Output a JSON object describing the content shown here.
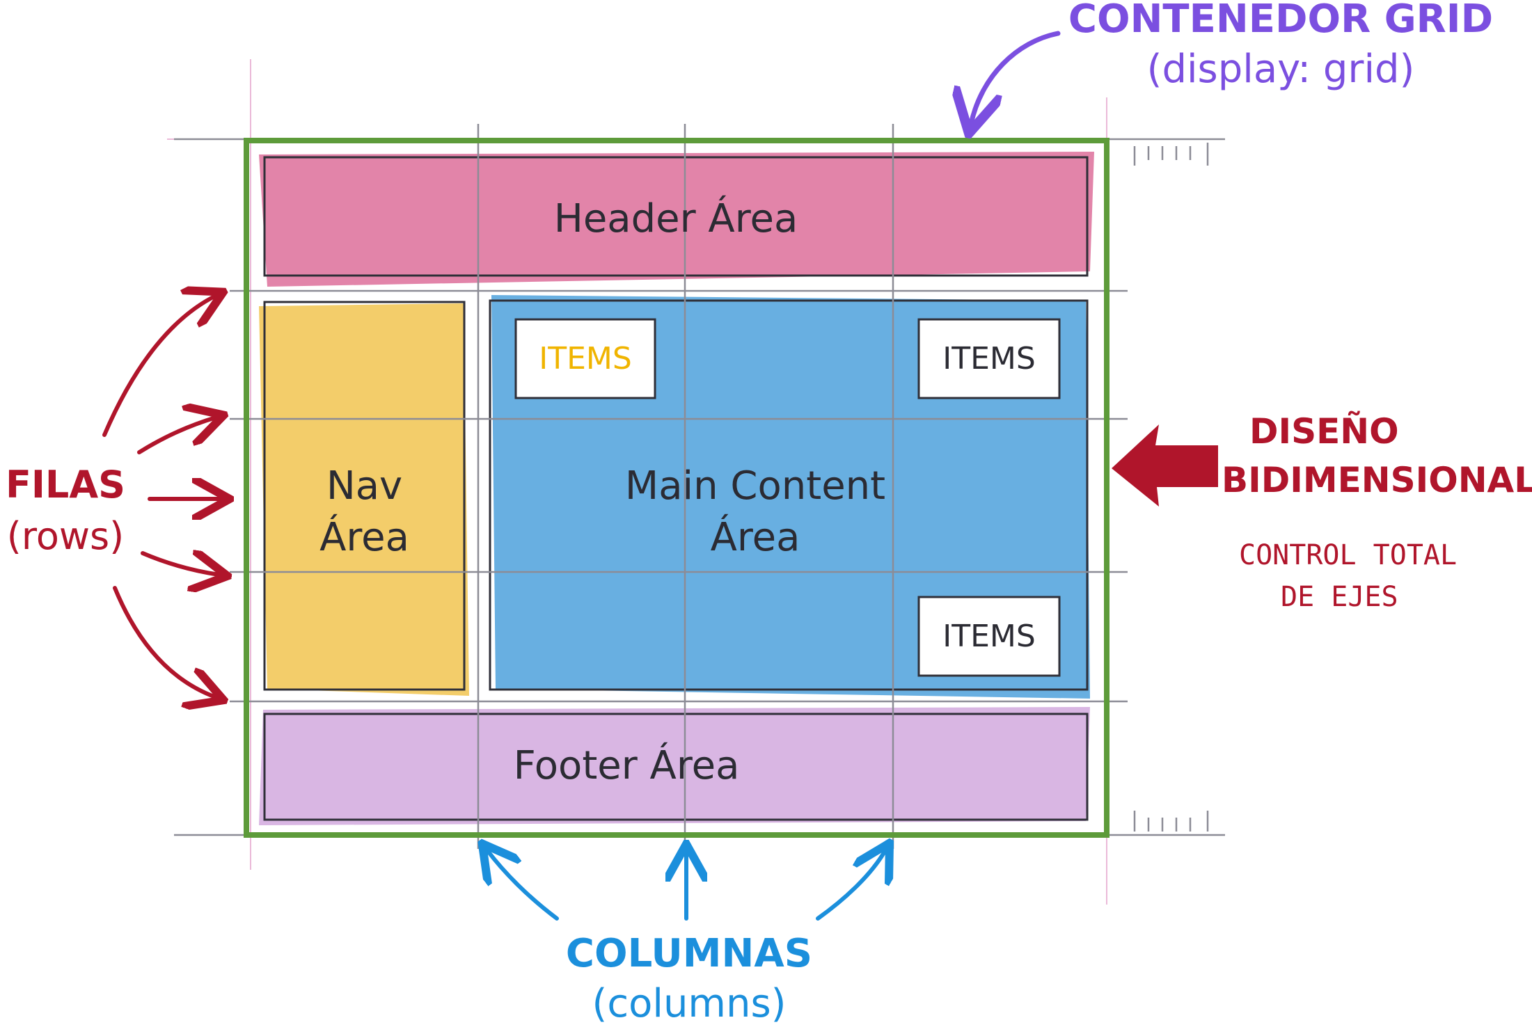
{
  "container_label": {
    "line1": "CONTENEDOR GRID",
    "line2": "(display: grid)"
  },
  "rows_label": {
    "line1": "FILAS",
    "line2": "(rows)"
  },
  "columns_label": {
    "line1": "COLUMNAS",
    "line2": "(columns)"
  },
  "design_label": {
    "line1": "DISEÑO",
    "line2": "BIDIMENSIONAL",
    "line3": "CONTROL TOTAL",
    "line4": "DE EJES"
  },
  "areas": {
    "header": "Header Área",
    "nav_line1": "Nav",
    "nav_line2": "Área",
    "main_line1": "Main Content",
    "main_line2": "Área",
    "footer": "Footer Área"
  },
  "items": {
    "top_left": "ITEMS",
    "top_right": "ITEMS",
    "bottom_right": "ITEMS"
  },
  "colors": {
    "container_border": "#5d9b3a",
    "header_fill": "#dd6f9a",
    "nav_fill": "#f2c85a",
    "main_fill": "#4ea1dc",
    "footer_fill": "#d5aee0",
    "rows_accent": "#b0152b",
    "columns_accent": "#1b8fdc",
    "container_accent": "#7b4fe0",
    "item_highlight": "#f0b400"
  }
}
